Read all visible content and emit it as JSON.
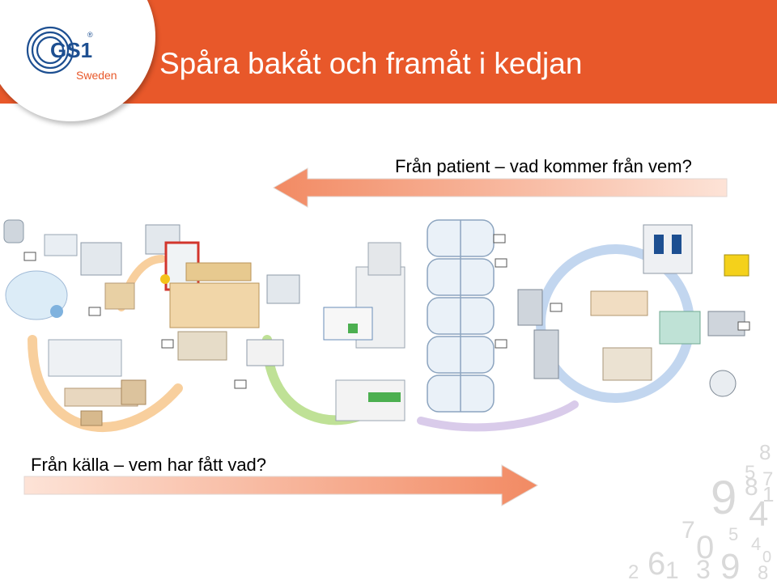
{
  "header": {
    "title": "Spåra bakåt och framåt i kedjan",
    "band_color": "#e8582a"
  },
  "logo": {
    "text": "GS1",
    "country": "Sweden",
    "registered": "®",
    "color": "#1d4f91"
  },
  "captions": {
    "backward": "Från patient – vad kommer från vem?",
    "forward": "Från källa – vem har fått vad?"
  },
  "decor_numbers": [
    "8",
    "5",
    "7",
    "9",
    "8",
    "1",
    "4",
    "7",
    "0",
    "5",
    "4",
    "0",
    "6",
    "2",
    "1",
    "3",
    "9",
    "8"
  ],
  "colors": {
    "arrow_start": "#f3a17c",
    "arrow_end": "#fbd7c6",
    "flow_blue": "#b6cdea",
    "flow_green": "#b9de8c",
    "flow_orange": "#f6c48a",
    "flow_purple": "#d2c1e6"
  }
}
